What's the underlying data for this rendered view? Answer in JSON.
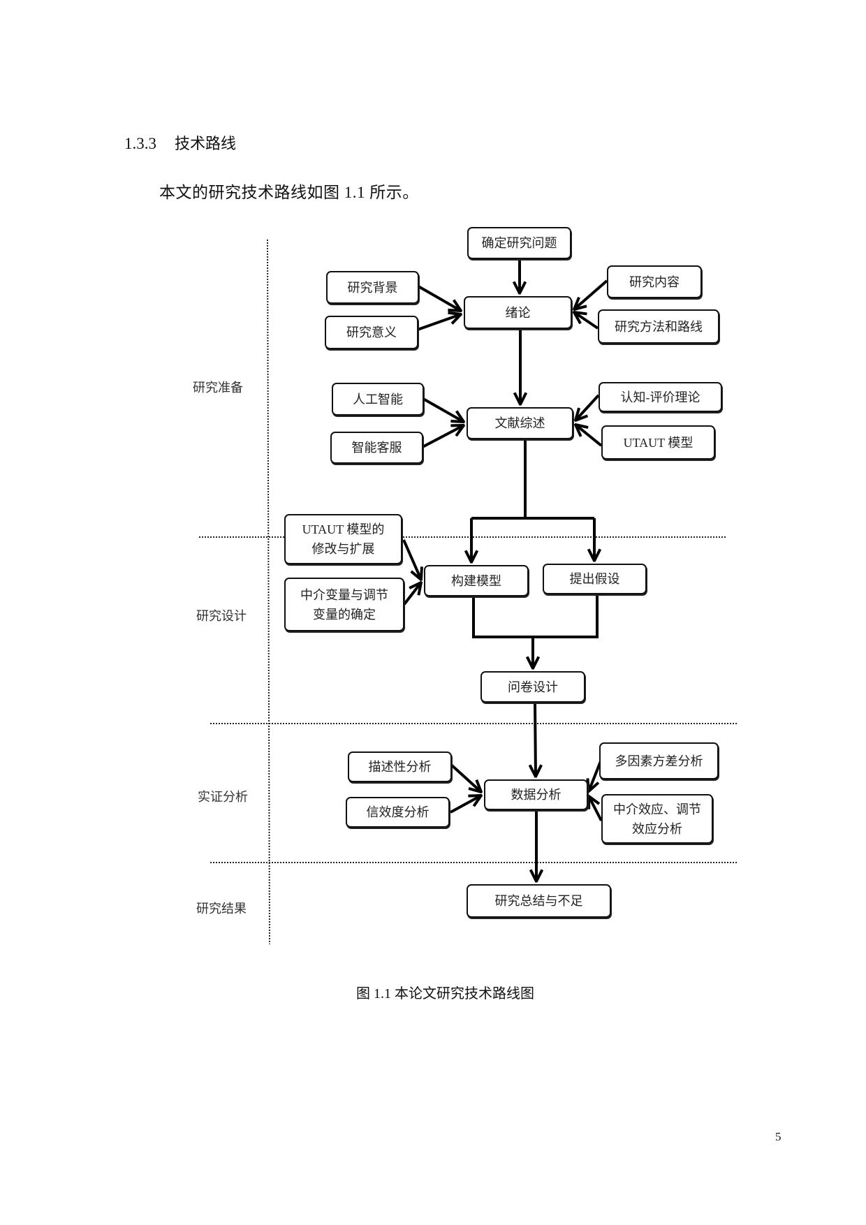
{
  "section": {
    "number": "1.3.3",
    "title": "技术路线"
  },
  "body_text": "本文的研究技术路线如图  1.1 所示。",
  "figure": {
    "caption": "图 1.1  本论文研究技术路线图",
    "stages": [
      {
        "id": "prep",
        "label": "研究准备"
      },
      {
        "id": "design",
        "label": "研究设计"
      },
      {
        "id": "empirical",
        "label": "实证分析"
      },
      {
        "id": "result",
        "label": "研究结果"
      }
    ],
    "nodes": {
      "define_problem": "确定研究问题",
      "background": "研究背景",
      "significance": "研究意义",
      "introduction": "绪论",
      "content": "研究内容",
      "method_route": "研究方法和路线",
      "ai": "人工智能",
      "smart_cs": "智能客服",
      "lit_review": "文献综述",
      "cat_theory": "认知-评价理论",
      "utaut": "UTAUT 模型",
      "utaut_ext": "UTAUT 模型的\n修改与扩展",
      "med_mod": "中介变量与调节\n变量的确定",
      "build_model": "构建模型",
      "hypothesis": "提出假设",
      "questionnaire": "问卷设计",
      "descriptive": "描述性分析",
      "reliability": "信效度分析",
      "data_analysis": "数据分析",
      "anova": "多因素方差分析",
      "med_mod_analysis": "中介效应、调节\n效应分析",
      "conclusion": "研究总结与不足"
    }
  },
  "page_number": "5"
}
